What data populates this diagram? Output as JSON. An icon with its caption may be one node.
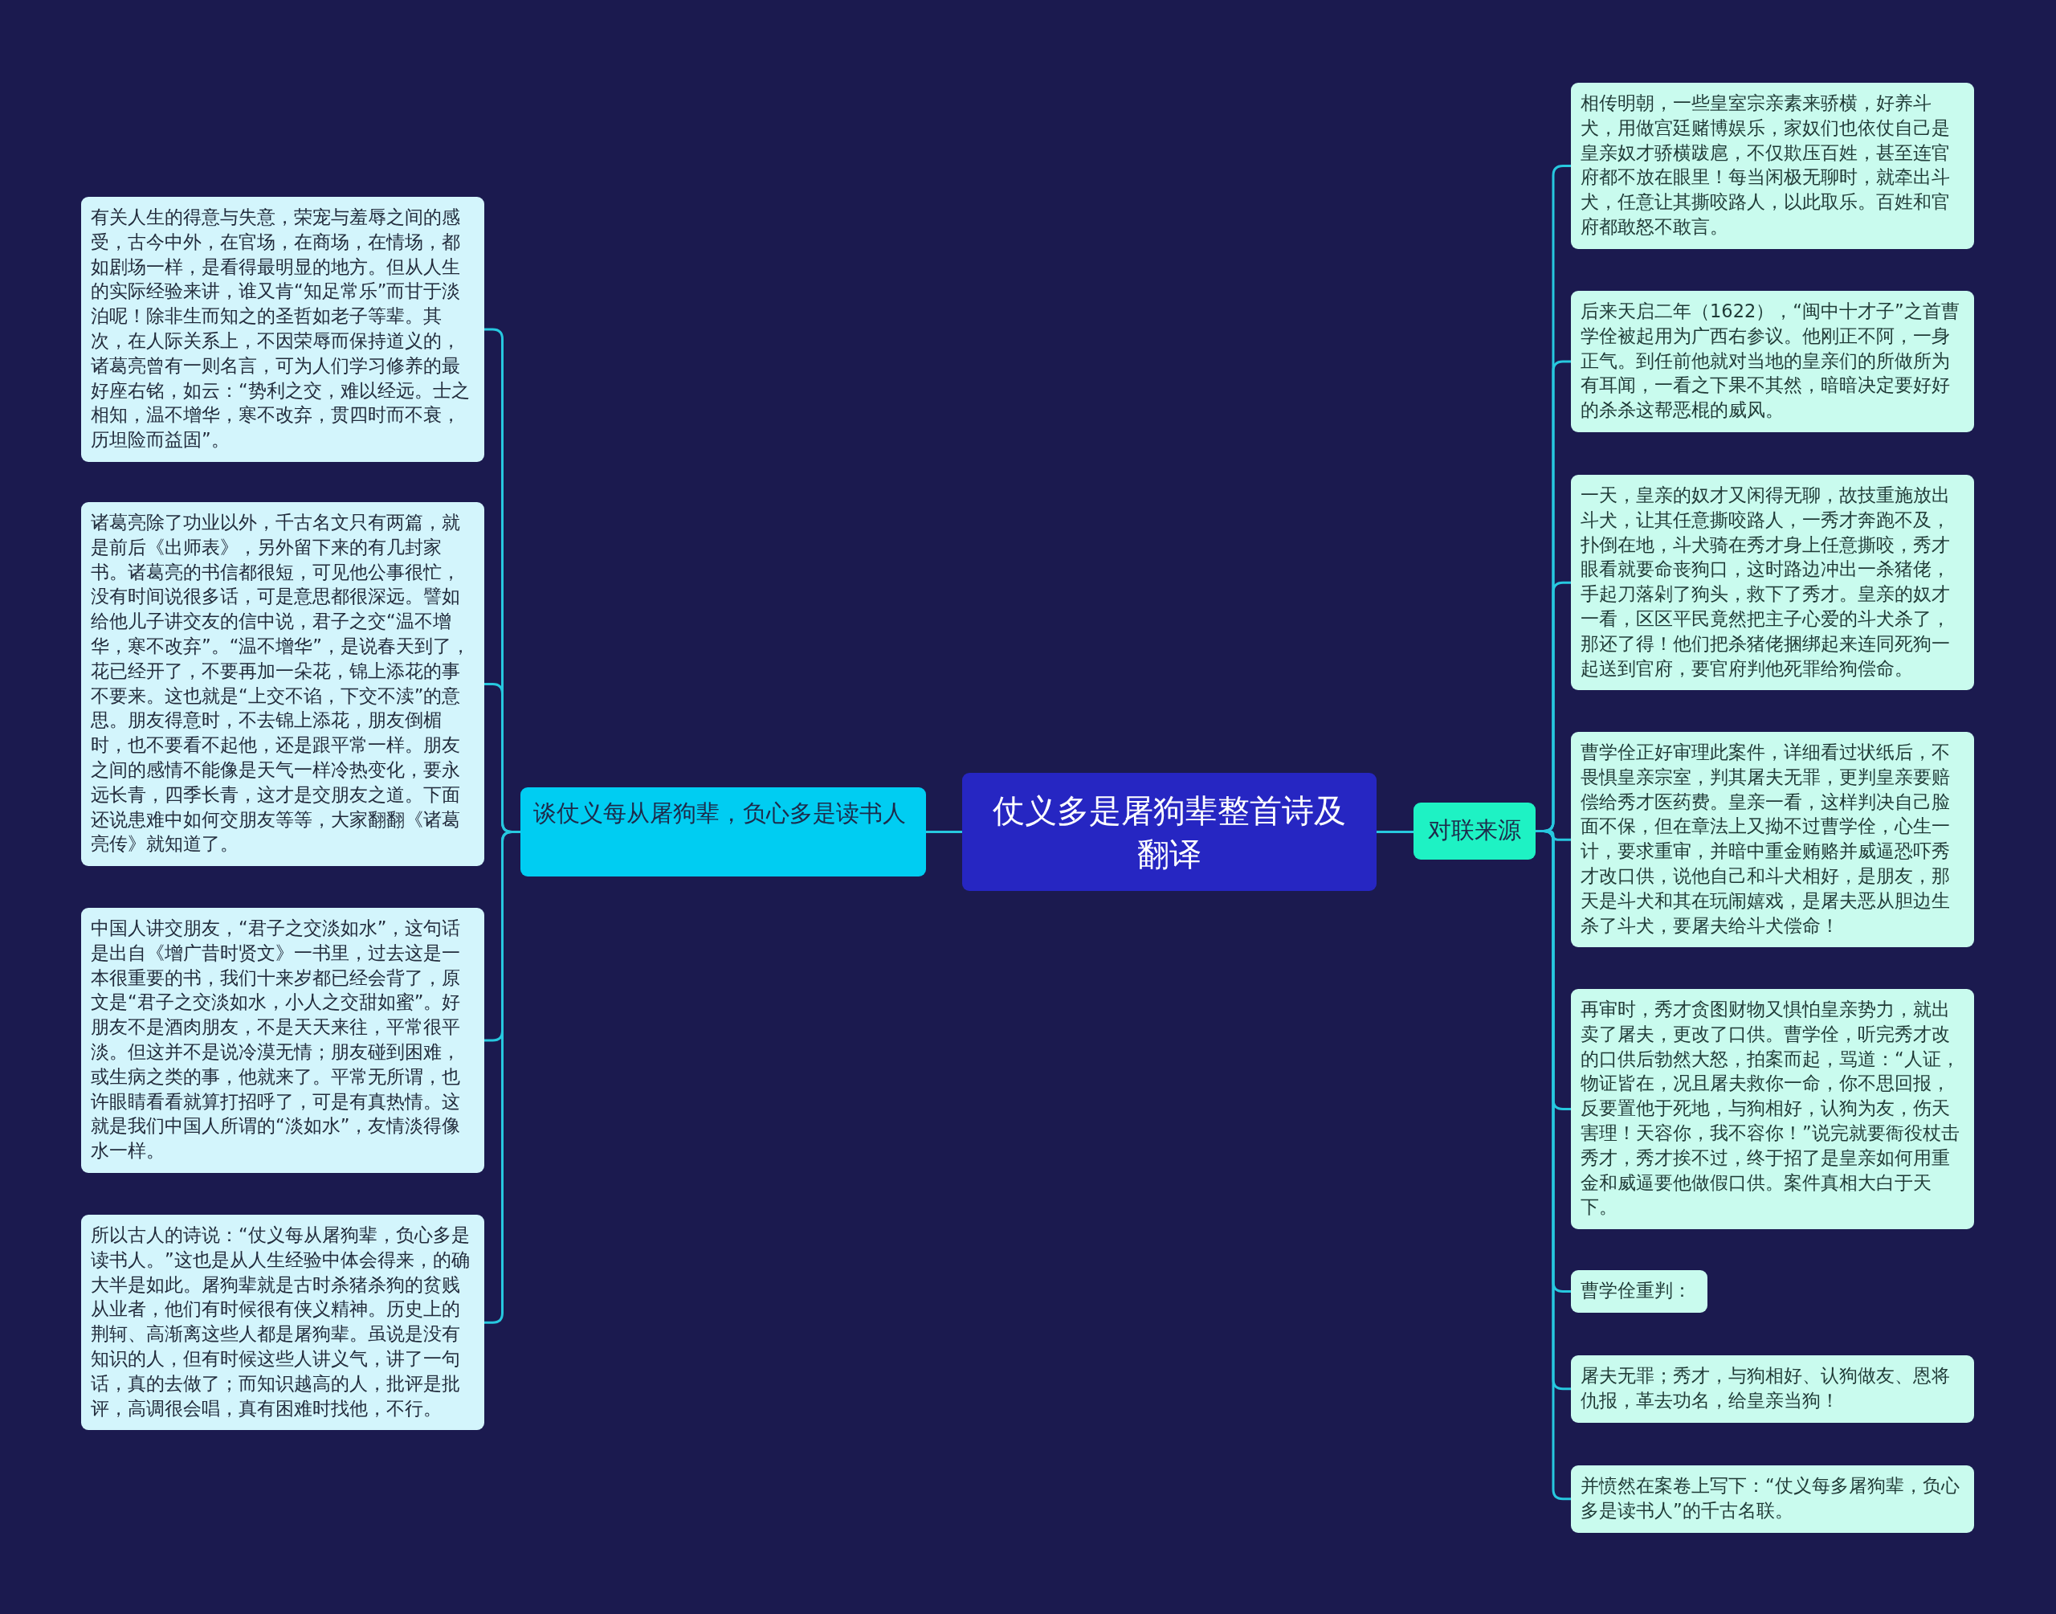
{
  "diagram": {
    "nodes": [
      {
        "text": [
          "仗义多是屠狗辈整首诗及翻译"
        ]
      },
      {
        "text": [
          "谈仗义每从屠狗辈，负心多是读书人"
        ]
      },
      {
        "text": [
          "有关人生的得意与失意，荣宠与羞辱之间的感受，古今中外，在官场，在商场，在情场，都如剧场一样，是看得最明显的地方。但从人生的实际经验来讲，谁又肯“知足常乐”而甘于淡泊呢！除非生而知之的圣哲如老子等辈。其次，在人际关系上，不因荣辱而保持道义的，诸葛亮曾有一则名言，可为人们学习修养的最好座右铭，如云：“势利之交，难以经远。士之相知，温不增华，寒不改弃，贯四时而不衰，历坦险而益固”。"
        ]
      },
      {
        "text": [
          "诸葛亮除了功业以外，千古名文只有两篇，就是前后《出师表》，另外留下来的有几封家书。诸葛亮的书信都很短，可见他公事很忙，没有时间说很多话，可是意思都很深远。譬如给他儿子讲交友的信中说，君子之交“温不增华，寒不改弃”。“温不增华”，是说春天到了，花已经开了，不要再加一朵花，锦上添花的事不要来。这也就是“上交不谄，下交不渎”的意思。朋友得意时，不去锦上添花，朋友倒楣时，也不要看不起他，还是跟平常一样。朋友之间的感情不能像是天气一样冷热变化，要永远长青，四季长青，这才是交朋友之道。下面还说患难中如何交朋友等等，大家翻翻《诸葛亮传》就知道了。"
        ]
      },
      {
        "text": [
          "中国人讲交朋友，“君子之交淡如水”，这句话是出自《增广昔时贤文》一书里，过去这是一本很重要的书，我们十来岁都已经会背了，原文是“君子之交淡如水，小人之交甜如蜜”。好朋友不是酒肉朋友，不是天天来往，平常很平淡。但这并不是说冷漠无情；朋友碰到困难，或生病之类的事，他就来了。平常无所谓，也许眼睛看看就算打招呼了，可是有真热情。这就是我们中国人所谓的“淡如水”，友情淡得像水一样。"
        ]
      },
      {
        "text": [
          "所以古人的诗说：“仗义每从屠狗辈，负心多是读书人。”这也是从人生经验中体会得来，的确大半是如此。屠狗辈就是古时杀猪杀狗的贫贱从业者，他们有时候很有侠义精神。历史上的荆轲、高渐离这些人都是屠狗辈。虽说是没有知识的人，但有时候这些人讲义气，讲了一句话，真的去做了；而知识越高的人，批评是批评，高调很会唱，真有困难时找他，不行。"
        ]
      },
      {
        "text": [
          "对联来源"
        ]
      },
      {
        "text": [
          "相传明朝，一些皇室宗亲素来骄横，好养斗犬，用做宫廷赌博娱乐，家奴们也依仗自己是皇亲奴才骄横跋扈，不仅欺压百姓，甚至连官府都不放在眼里！每当闲极无聊时，就牵出斗犬，任意让其撕咬路人，以此取乐。百姓和官府都敢怒不敢言。"
        ]
      },
      {
        "text": [
          "后来天启二年（1622），“闽中十才子”之首曹学佺被起用为广西右参议。他刚正不阿，一身正气。到任前他就对当地的皇亲们的所做所为有耳闻，一看之下果不其然，暗暗决定要好好的杀杀这帮恶棍的威风。"
        ]
      },
      {
        "text": [
          "一天，皇亲的奴才又闲得无聊，故技重施放出斗犬，让其任意撕咬路人，一秀才奔跑不及，扑倒在地，斗犬骑在秀才身上任意撕咬，秀才眼看就要命丧狗口，这时路边冲出一杀猪佬，手起刀落剁了狗头，救下了秀才。皇亲的奴才一看，区区平民竟然把主子心爱的斗犬杀了，那还了得！他们把杀猪佬捆绑起来连同死狗一起送到官府，要官府判他死罪给狗偿命。"
        ]
      },
      {
        "text": [
          "曹学佺正好审理此案件，详细看过状纸后，不畏惧皇亲宗室，判其屠夫无罪，更判皇亲要赔偿给秀才医药费。皇亲一看，这样判决自己脸面不保，但在章法上又拗不过曹学佺，心生一计，要求重审，并暗中重金贿赂并威逼恐吓秀才改口供，说他自己和斗犬相好，是朋友，那天是斗犬和其在玩闹嬉戏，是屠夫恶从胆边生杀了斗犬，要屠夫给斗犬偿命！"
        ]
      },
      {
        "text": [
          "再审时，秀才贪图财物又惧怕皇亲势力，就出卖了屠夫，更改了口供。曹学佺，听完秀才改的口供后勃然大怒，拍案而起，骂道：“人证，物证皆在，况且屠夫救你一命，你不思回报，反要置他于死地，与狗相好，认狗为友，伤天害理！天容你，我不容你！”说完就要衙役杖击秀才，秀才挨不过，终于招了是皇亲如何用重金和威逼要他做假口供。案件真相大白于天下。"
        ]
      },
      {
        "text": [
          "曹学佺重判："
        ]
      },
      {
        "text": [
          "屠夫无罪；秀才，与狗相好、认狗做友、恩将仇报，革去功名，给皇亲当狗！"
        ]
      },
      {
        "text": [
          "并愤然在案卷上写下：“仗义每多屠狗辈，负心多是读书人”的千古名联。"
        ]
      }
    ],
    "edges": [
      {
        "from": 0,
        "to": 1,
        "arrow": "none"
      },
      {
        "from": 1,
        "to": 2,
        "arrow": "none"
      },
      {
        "from": 1,
        "to": 3,
        "arrow": "none"
      },
      {
        "from": 1,
        "to": 4,
        "arrow": "none"
      },
      {
        "from": 1,
        "to": 5,
        "arrow": "none"
      },
      {
        "from": 0,
        "to": 6,
        "arrow": "none"
      },
      {
        "from": 6,
        "to": 7,
        "arrow": "none"
      },
      {
        "from": 6,
        "to": 8,
        "arrow": "none"
      },
      {
        "from": 6,
        "to": 9,
        "arrow": "none"
      },
      {
        "from": 6,
        "to": 10,
        "arrow": "none"
      },
      {
        "from": 6,
        "to": 11,
        "arrow": "none"
      },
      {
        "from": 6,
        "to": 12,
        "arrow": "none"
      },
      {
        "from": 6,
        "to": 13,
        "arrow": "none"
      },
      {
        "from": 6,
        "to": 14,
        "arrow": "none"
      }
    ]
  }
}
